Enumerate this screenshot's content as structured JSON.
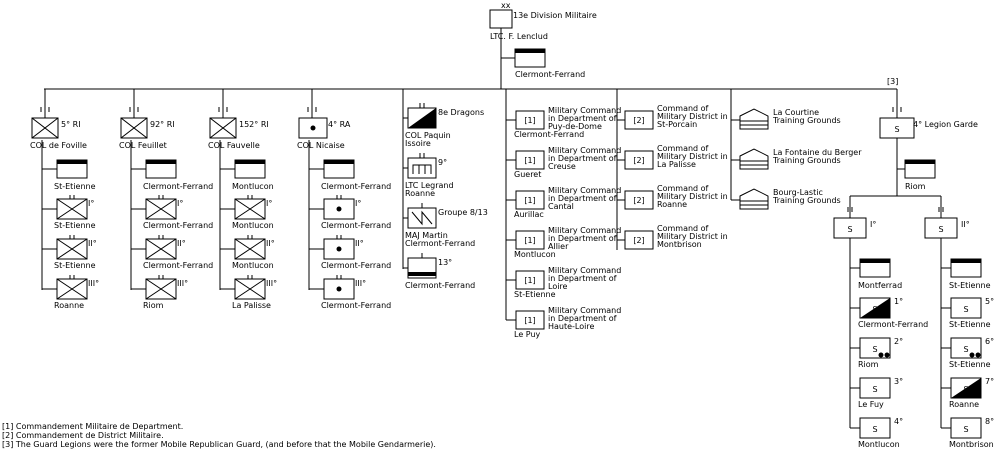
{
  "hq": {
    "symbol": "xx",
    "name": "13e Division Militaire",
    "commander": "LTC. F. Lenclud",
    "hq_location": "Clermont-Ferrand"
  },
  "note3_marker": "[3]",
  "regiments": [
    {
      "name": "5° RI",
      "cmd": "COL de Foville",
      "hq": "St-Etienne",
      "bns": [
        {
          "num": "I°",
          "loc": "St-Etienne"
        },
        {
          "num": "II°",
          "loc": "St-Etienne"
        },
        {
          "num": "III°",
          "loc": "Roanne"
        }
      ]
    },
    {
      "name": "92° RI",
      "cmd": "COL Feuillet",
      "hq": "Clermont-Ferrand",
      "bns": [
        {
          "num": "I°",
          "loc": "Clermont-Ferrand"
        },
        {
          "num": "II°",
          "loc": "Clermont-Ferrand"
        },
        {
          "num": "III°",
          "loc": "Riom"
        }
      ]
    },
    {
      "name": "152° RI",
      "cmd": "COL Fauvelle",
      "hq": "Montlucon",
      "bns": [
        {
          "num": "I°",
          "loc": "Montlucon"
        },
        {
          "num": "II°",
          "loc": "Montlucon"
        },
        {
          "num": "III°",
          "loc": "La Palisse"
        }
      ]
    },
    {
      "name": "4° RA",
      "cmd": "COL Nicaise",
      "hq": "Clermont-Ferrand",
      "bns": [
        {
          "num": "I°",
          "loc": "Clermont-Ferrand"
        },
        {
          "num": "II°",
          "loc": "Clermont-Ferrand"
        },
        {
          "num": "III°",
          "loc": "Clermont-Ferrand"
        }
      ]
    }
  ],
  "misc": [
    {
      "num": "8e Dragons",
      "l1": "COL Paquin",
      "l2": "Issoire"
    },
    {
      "num": "9°",
      "l1": "LTC Legrand",
      "l2": "Roanne"
    },
    {
      "num": "Groupe 8/13",
      "l1": "MAJ Martin",
      "l2": "Clermont-Ferrand"
    },
    {
      "num": "13°",
      "l1": "Clermont-Ferrand",
      "l2": ""
    }
  ],
  "mil_commands": [
    {
      "code": "[1]",
      "text": [
        "Military Command",
        "in Department of",
        "Puy-de-Dome"
      ],
      "loc": "Clermont-Ferrand"
    },
    {
      "code": "[1]",
      "text": [
        "Military Command",
        "in Department of",
        "Creuse"
      ],
      "loc": "Gueret"
    },
    {
      "code": "[1]",
      "text": [
        "Military Command",
        "in Department of",
        "Cantal"
      ],
      "loc": "Aurillac"
    },
    {
      "code": "[1]",
      "text": [
        "Military Command",
        "in Department of",
        "Allier"
      ],
      "loc": "Montlucon"
    },
    {
      "code": "[1]",
      "text": [
        "Military Command",
        "in Department of",
        "Loire"
      ],
      "loc": "St-Etienne"
    },
    {
      "code": "[1]",
      "text": [
        "Military Command",
        "in Department of",
        "Haute-Loire"
      ],
      "loc": "Le Puy"
    }
  ],
  "districts": [
    {
      "code": "[2]",
      "text": [
        "Command of",
        "Military District in",
        "St-Porcain"
      ]
    },
    {
      "code": "[2]",
      "text": [
        "Command of",
        "Military District in",
        "La Palisse"
      ]
    },
    {
      "code": "[2]",
      "text": [
        "Command of",
        "Military District in",
        "Roanne"
      ]
    },
    {
      "code": "[2]",
      "text": [
        "Command of",
        "Military District in",
        "Montbrison"
      ]
    }
  ],
  "training": [
    {
      "text": [
        "La Courtine",
        "Training Grounds"
      ]
    },
    {
      "text": [
        "La Fontaine du Berger",
        "Training Grounds"
      ]
    },
    {
      "text": [
        "Bourg-Lastic",
        "Training Grounds"
      ]
    }
  ],
  "legion": {
    "symbol": "S",
    "name": "4° Legion Garde",
    "hq": "Riom",
    "groups": [
      {
        "num": "I°",
        "hq": "Montferrad",
        "companies": [
          {
            "num": "1°",
            "loc": "Clermont-Ferrand"
          },
          {
            "num": "2°",
            "loc": "Riom"
          },
          {
            "num": "3°",
            "loc": "Le Fuy"
          },
          {
            "num": "4°",
            "loc": "Montlucon"
          }
        ]
      },
      {
        "num": "II°",
        "hq": "St-Etienne",
        "companies": [
          {
            "num": "5°",
            "loc": "St-Etienne"
          },
          {
            "num": "6°",
            "loc": "St-Etienne"
          },
          {
            "num": "7°",
            "loc": "Roanne"
          },
          {
            "num": "8°",
            "loc": "Montbrison"
          }
        ]
      }
    ]
  },
  "footnotes": [
    "[1] Commandement Militaire de Department.",
    "[2] Commandement de District Militaire.",
    "[3] The Guard Legions were the former Mobile Republican Guard, (and before that the Mobile Gendarmerie)."
  ]
}
